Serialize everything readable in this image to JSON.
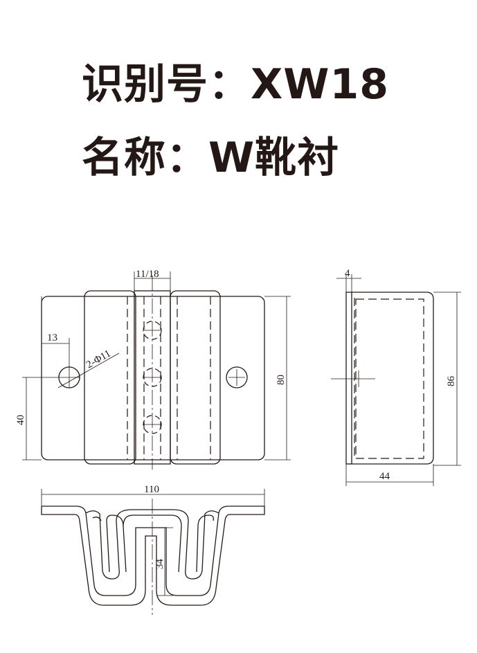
{
  "header": {
    "id_line": "识别号：XW18",
    "name_line": "名称：W靴衬"
  },
  "drawing": {
    "dims": {
      "slot_width": "11/18",
      "hole_offset": "13",
      "hole_callout": "2-Φ11",
      "height_80": "80",
      "height_40": "40",
      "thickness": "4",
      "height_86": "86",
      "depth_44": "44",
      "width_110": "110",
      "depth_34": "34"
    }
  }
}
